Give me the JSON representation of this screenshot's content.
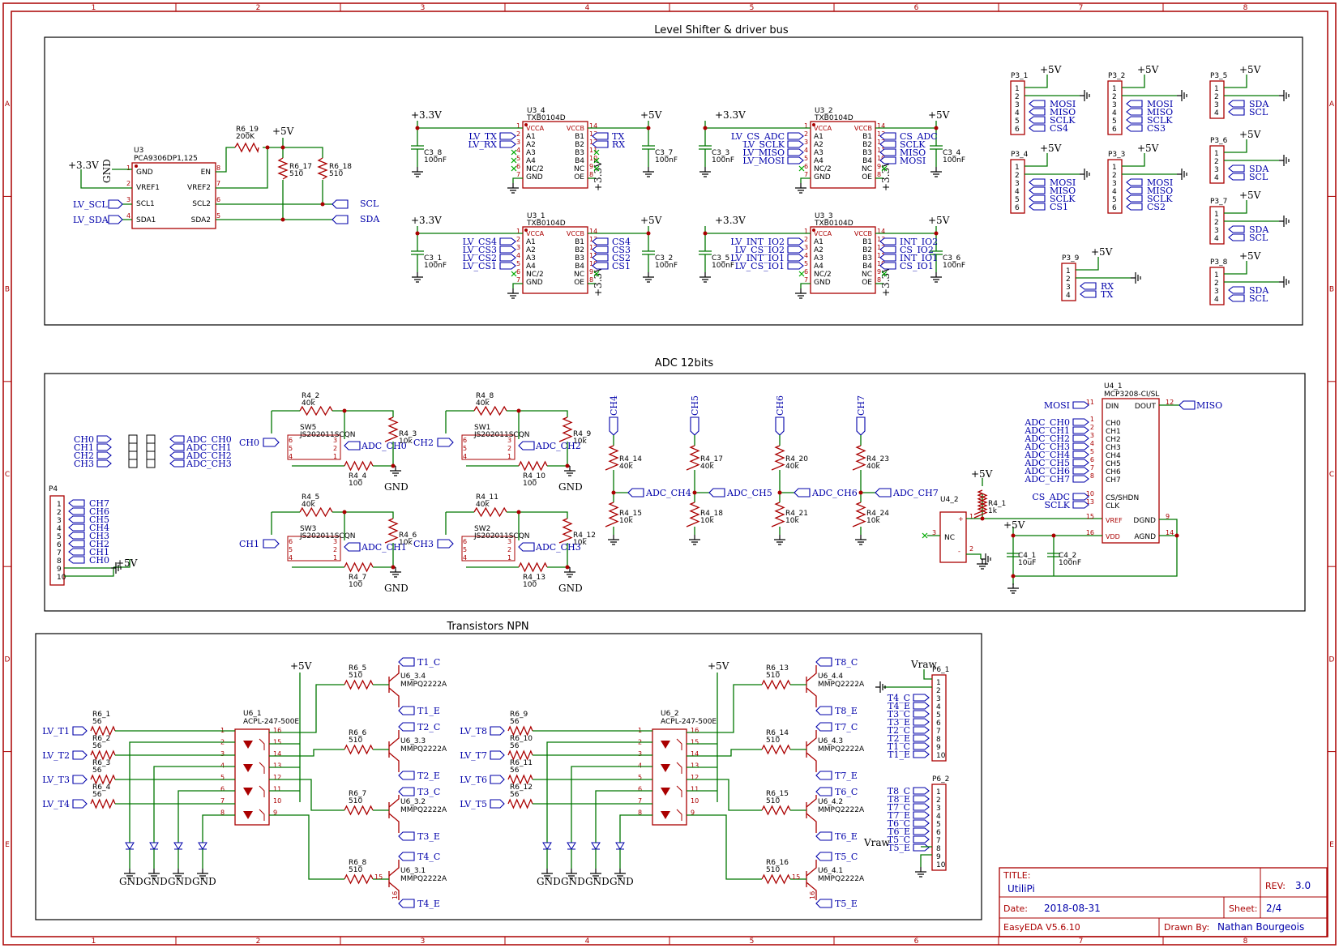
{
  "sections": {
    "level_shifter": "Level Shifter & driver bus",
    "adc": "ADC 12bits",
    "transistors": "Transistors NPN"
  },
  "grid": {
    "columns": [
      "1",
      "2",
      "3",
      "4",
      "5",
      "6",
      "7",
      "8"
    ],
    "rows": [
      "A",
      "B",
      "C",
      "D",
      "E"
    ]
  },
  "power": {
    "p33": "+3.3V",
    "p5": "+5V",
    "gnd": "GND",
    "vraw": "Vraw"
  },
  "u3": {
    "ref": "U3",
    "part": "PCA9306DP1,125",
    "pins_left": [
      "GND",
      "VREF1",
      "SCL1",
      "SDA1"
    ],
    "pins_right": [
      "EN",
      "VREF2",
      "SCL2",
      "SDA2"
    ],
    "nums_left": [
      "1",
      "2",
      "3",
      "4"
    ],
    "nums_right": [
      "8",
      "7",
      "6",
      "5"
    ],
    "r19_ref": "R6_19",
    "r19_val": "200K",
    "r17_ref": "R6_17",
    "r17_val": "510",
    "r18_ref": "R6_18",
    "r18_val": "510",
    "net_lv_scl": "LV_SCL",
    "net_lv_sda": "LV_SDA",
    "net_scl": "SCL",
    "net_sda": "SDA"
  },
  "txb": {
    "part": "TXB0104D",
    "pins_left": [
      "VCCA",
      "A1",
      "A2",
      "A3",
      "A4",
      "NC/2",
      "GND"
    ],
    "pins_right": [
      "VCCB",
      "B1",
      "B2",
      "B3",
      "B4",
      "NC",
      "OE"
    ],
    "nums_left": [
      "1",
      "2",
      "3",
      "4",
      "5",
      "6",
      "7"
    ],
    "nums_right": [
      "14",
      "13",
      "12",
      "11",
      "10",
      "9",
      "8"
    ],
    "cap_val": "100nF",
    "chips": [
      {
        "ref": "U3_4",
        "cl": "C3_8",
        "cr": "C3_7",
        "left": [
          "LV_TX",
          "LV_RX"
        ],
        "right": [
          "TX",
          "RX"
        ]
      },
      {
        "ref": "U3_2",
        "cl": "C3_3",
        "cr": "C3_4",
        "left": [
          "LV_CS_ADC",
          "LV_SCLK",
          "LV_MISO",
          "LV_MOSI"
        ],
        "right": [
          "CS_ADC",
          "SCLK",
          "MISO",
          "MOSI"
        ]
      },
      {
        "ref": "U3_1",
        "cl": "C3_1",
        "cr": "C3_2",
        "left": [
          "LV_CS4",
          "LV_CS3",
          "LV_CS2",
          "LV_CS1"
        ],
        "right": [
          "CS4",
          "CS3",
          "CS2",
          "CS1"
        ]
      },
      {
        "ref": "U3_3",
        "cl": "C3_5",
        "cr": "C3_6",
        "left": [
          "LV_INT_IO2",
          "LV_CS_IO2",
          "LV_INT_IO1",
          "LV_CS_IO1"
        ],
        "right": [
          "INT_IO2",
          "CS_IO2",
          "INT_IO1",
          "CS_IO1"
        ]
      }
    ]
  },
  "headers": [
    {
      "ref": "P3_1",
      "pins": [
        "1",
        "2",
        "3",
        "4",
        "5",
        "6"
      ],
      "nets": [
        "MOSI",
        "MISO",
        "SCLK",
        "CS4"
      ]
    },
    {
      "ref": "P3_2",
      "pins": [
        "1",
        "2",
        "3",
        "4",
        "5",
        "6"
      ],
      "nets": [
        "MOSI",
        "MISO",
        "SCLK",
        "CS3"
      ]
    },
    {
      "ref": "P3_5",
      "pins": [
        "1",
        "2",
        "3",
        "4"
      ],
      "nets": [
        "SDA",
        "SCL"
      ]
    },
    {
      "ref": "P3_4",
      "pins": [
        "1",
        "2",
        "3",
        "4",
        "5",
        "6"
      ],
      "nets": [
        "MOSI",
        "MISO",
        "SCLK",
        "CS1"
      ]
    },
    {
      "ref": "P3_3",
      "pins": [
        "1",
        "2",
        "3",
        "4",
        "5",
        "6"
      ],
      "nets": [
        "MOSI",
        "MISO",
        "SCLK",
        "CS2"
      ]
    },
    {
      "ref": "P3_6",
      "pins": [
        "1",
        "2",
        "3",
        "4"
      ],
      "nets": [
        "SDA",
        "SCL"
      ]
    },
    {
      "ref": "P3_7",
      "pins": [
        "1",
        "2",
        "3",
        "4"
      ],
      "nets": [
        "SDA",
        "SCL"
      ]
    },
    {
      "ref": "P3_9",
      "pins": [
        "1",
        "2",
        "3",
        "4"
      ],
      "nets": [
        "RX",
        "TX"
      ]
    },
    {
      "ref": "P3_8",
      "pins": [
        "1",
        "2",
        "3",
        "4"
      ],
      "nets": [
        "SDA",
        "SCL"
      ]
    }
  ],
  "adc": {
    "ch_left": [
      "CH0",
      "CH1",
      "CH2",
      "CH3"
    ],
    "ch_right": [
      "ADC_CH0",
      "ADC_CH1",
      "ADC_CH2",
      "ADC_CH3"
    ],
    "p4_ref": "P4",
    "p4_pins": [
      "1",
      "2",
      "3",
      "4",
      "5",
      "6",
      "7",
      "8",
      "9",
      "10"
    ],
    "p4_nets": [
      "CH7",
      "CH6",
      "CH5",
      "CH4",
      "CH3",
      "CH2",
      "CH1",
      "CH0"
    ],
    "switches": [
      {
        "sw": "SW5",
        "part": "JS202011SCQN",
        "rt": "R4_2",
        "rt_val": "40k",
        "rs": "R4_3",
        "rs_val": "10k",
        "rb": "R4_4",
        "rb_val": "100",
        "in": "CH0",
        "out": "ADC_CH0"
      },
      {
        "sw": "SW1",
        "part": "JS202011SCQN",
        "rt": "R4_8",
        "rt_val": "40k",
        "rs": "R4_9",
        "rs_val": "10k",
        "rb": "R4_10",
        "rb_val": "100",
        "in": "CH2",
        "out": "ADC_CH2"
      },
      {
        "sw": "SW3",
        "part": "JS202011SCQN",
        "rt": "R4_5",
        "rt_val": "40k",
        "rs": "R4_6",
        "rs_val": "10k",
        "rb": "R4_7",
        "rb_val": "100",
        "in": "CH1",
        "out": "ADC_CH1"
      },
      {
        "sw": "SW2",
        "part": "JS202011SCQN",
        "rt": "R4_11",
        "rt_val": "40k",
        "rs": "R4_12",
        "rs_val": "10k",
        "rb": "R4_13",
        "rb_val": "100",
        "in": "CH3",
        "out": "ADC_CH3"
      }
    ],
    "sw_pins": [
      "6",
      "5",
      "4",
      "3",
      "2",
      "1"
    ],
    "dividers": [
      {
        "ch": "CH4",
        "rt": "R4_14",
        "rb": "R4_15",
        "out": "ADC_CH4"
      },
      {
        "ch": "CH5",
        "rt": "R4_17",
        "rb": "R4_18",
        "out": "ADC_CH5"
      },
      {
        "ch": "CH6",
        "rt": "R4_20",
        "rb": "R4_21",
        "out": "ADC_CH6"
      },
      {
        "ch": "CH7",
        "rt": "R4_23",
        "rb": "R4_24",
        "out": "ADC_CH7"
      }
    ],
    "div_top_val": "40k",
    "div_bot_val": "10k",
    "u4_2": {
      "ref": "U4_2",
      "nc": "NC",
      "pins": [
        "1",
        "2",
        "3"
      ],
      "plus": "+",
      "minus": "-",
      "r_ref": "R4_1",
      "r_val": "1k"
    },
    "u4_1": {
      "ref": "U4_1",
      "part": "MCP3208-CI/SL",
      "left_pins": [
        "DIN",
        "CH0",
        "CH1",
        "CH2",
        "CH3",
        "CH4",
        "CH5",
        "CH6",
        "CH7",
        "CS/SHDN",
        "CLK",
        "VREF",
        "VDD"
      ],
      "left_nums": [
        "11",
        "1",
        "2",
        "3",
        "4",
        "5",
        "6",
        "7",
        "8",
        "10",
        "13",
        "15",
        "16"
      ],
      "left_nets": [
        "MOSI",
        "ADC_CH0",
        "ADC_CH1",
        "ADC_CH2",
        "ADC_CH3",
        "ADC_CH4",
        "ADC_CH5",
        "ADC_CH6",
        "ADC_CH7",
        "CS_ADC",
        "SCLK"
      ],
      "right_pins": [
        "DOUT",
        "DGND",
        "AGND"
      ],
      "right_nums": [
        "12",
        "9",
        "14"
      ],
      "dout_net": "MISO"
    },
    "c4_1": {
      "ref": "C4_1",
      "val": "10uF"
    },
    "c4_2": {
      "ref": "C4_2",
      "val": "100nF"
    }
  },
  "npn": {
    "groups": [
      {
        "opto": "U6_1",
        "res": [
          "R6_1",
          "R6_2",
          "R6_3",
          "R6_4"
        ],
        "inputs": [
          "LV_T1",
          "LV_T2",
          "LV_T3",
          "LV_T4"
        ],
        "base_r": [
          "R6_5",
          "R6_6",
          "R6_7",
          "R6_8"
        ],
        "trans": [
          "U6_3.4",
          "U6_3.3",
          "U6_3.2",
          "U6_3.1"
        ],
        "col": [
          "T1_C",
          "T2_C",
          "T3_C",
          "T4_C"
        ],
        "emi": [
          "T1_E",
          "T2_E",
          "T3_E",
          "T4_E"
        ]
      },
      {
        "opto": "U6_2",
        "res": [
          "R6_9",
          "R6_10",
          "R6_11",
          "R6_12"
        ],
        "inputs": [
          "LV_T8",
          "LV_T7",
          "LV_T6",
          "LV_T5"
        ],
        "base_r": [
          "R6_13",
          "R6_14",
          "R6_15",
          "R6_16"
        ],
        "trans": [
          "U6_4.4",
          "U6_4.3",
          "U6_4.2",
          "U6_4.1"
        ],
        "col": [
          "T8_C",
          "T7_C",
          "T6_C",
          "T5_C"
        ],
        "emi": [
          "T8_E",
          "T7_E",
          "T6_E",
          "T5_E"
        ]
      }
    ],
    "opto_part": "ACPL-247-500E",
    "opto_left_nums": [
      "1",
      "2",
      "3",
      "4",
      "5",
      "6",
      "7",
      "8"
    ],
    "opto_right_nums": [
      "16",
      "15",
      "14",
      "13",
      "12",
      "11",
      "10",
      "9"
    ],
    "in_val": "56",
    "base_val": "510",
    "trans_part": "MMPQ2222A",
    "t_pin_b": "15",
    "t_pin_e": "16",
    "p6_1": {
      "ref": "P6_1",
      "nets": [
        "T4_C",
        "T4_E",
        "T3_C",
        "T3_E",
        "T2_C",
        "T2_E",
        "T1_C",
        "T1_E"
      ],
      "pins": [
        "1",
        "2",
        "3",
        "4",
        "5",
        "6",
        "7",
        "8",
        "9",
        "10"
      ]
    },
    "p6_2": {
      "ref": "P6_2",
      "nets": [
        "T8_C",
        "T8_E",
        "T7_C",
        "T7_E",
        "T6_C",
        "T6_E",
        "T5_C",
        "T5_E"
      ],
      "pins": [
        "1",
        "2",
        "3",
        "4",
        "5",
        "6",
        "7",
        "8",
        "9",
        "10"
      ]
    }
  },
  "title_block": {
    "title_label": "TITLE:",
    "title": "UtiliPi",
    "rev_label": "REV:",
    "rev": "3.0",
    "date_label": "Date:",
    "date": "2018-08-31",
    "sheet_label": "Sheet:",
    "sheet": "2/4",
    "tool": "EasyEDA V5.6.10",
    "drawn_label": "Drawn By:",
    "drawn_by": "Nathan Bourgeois"
  }
}
